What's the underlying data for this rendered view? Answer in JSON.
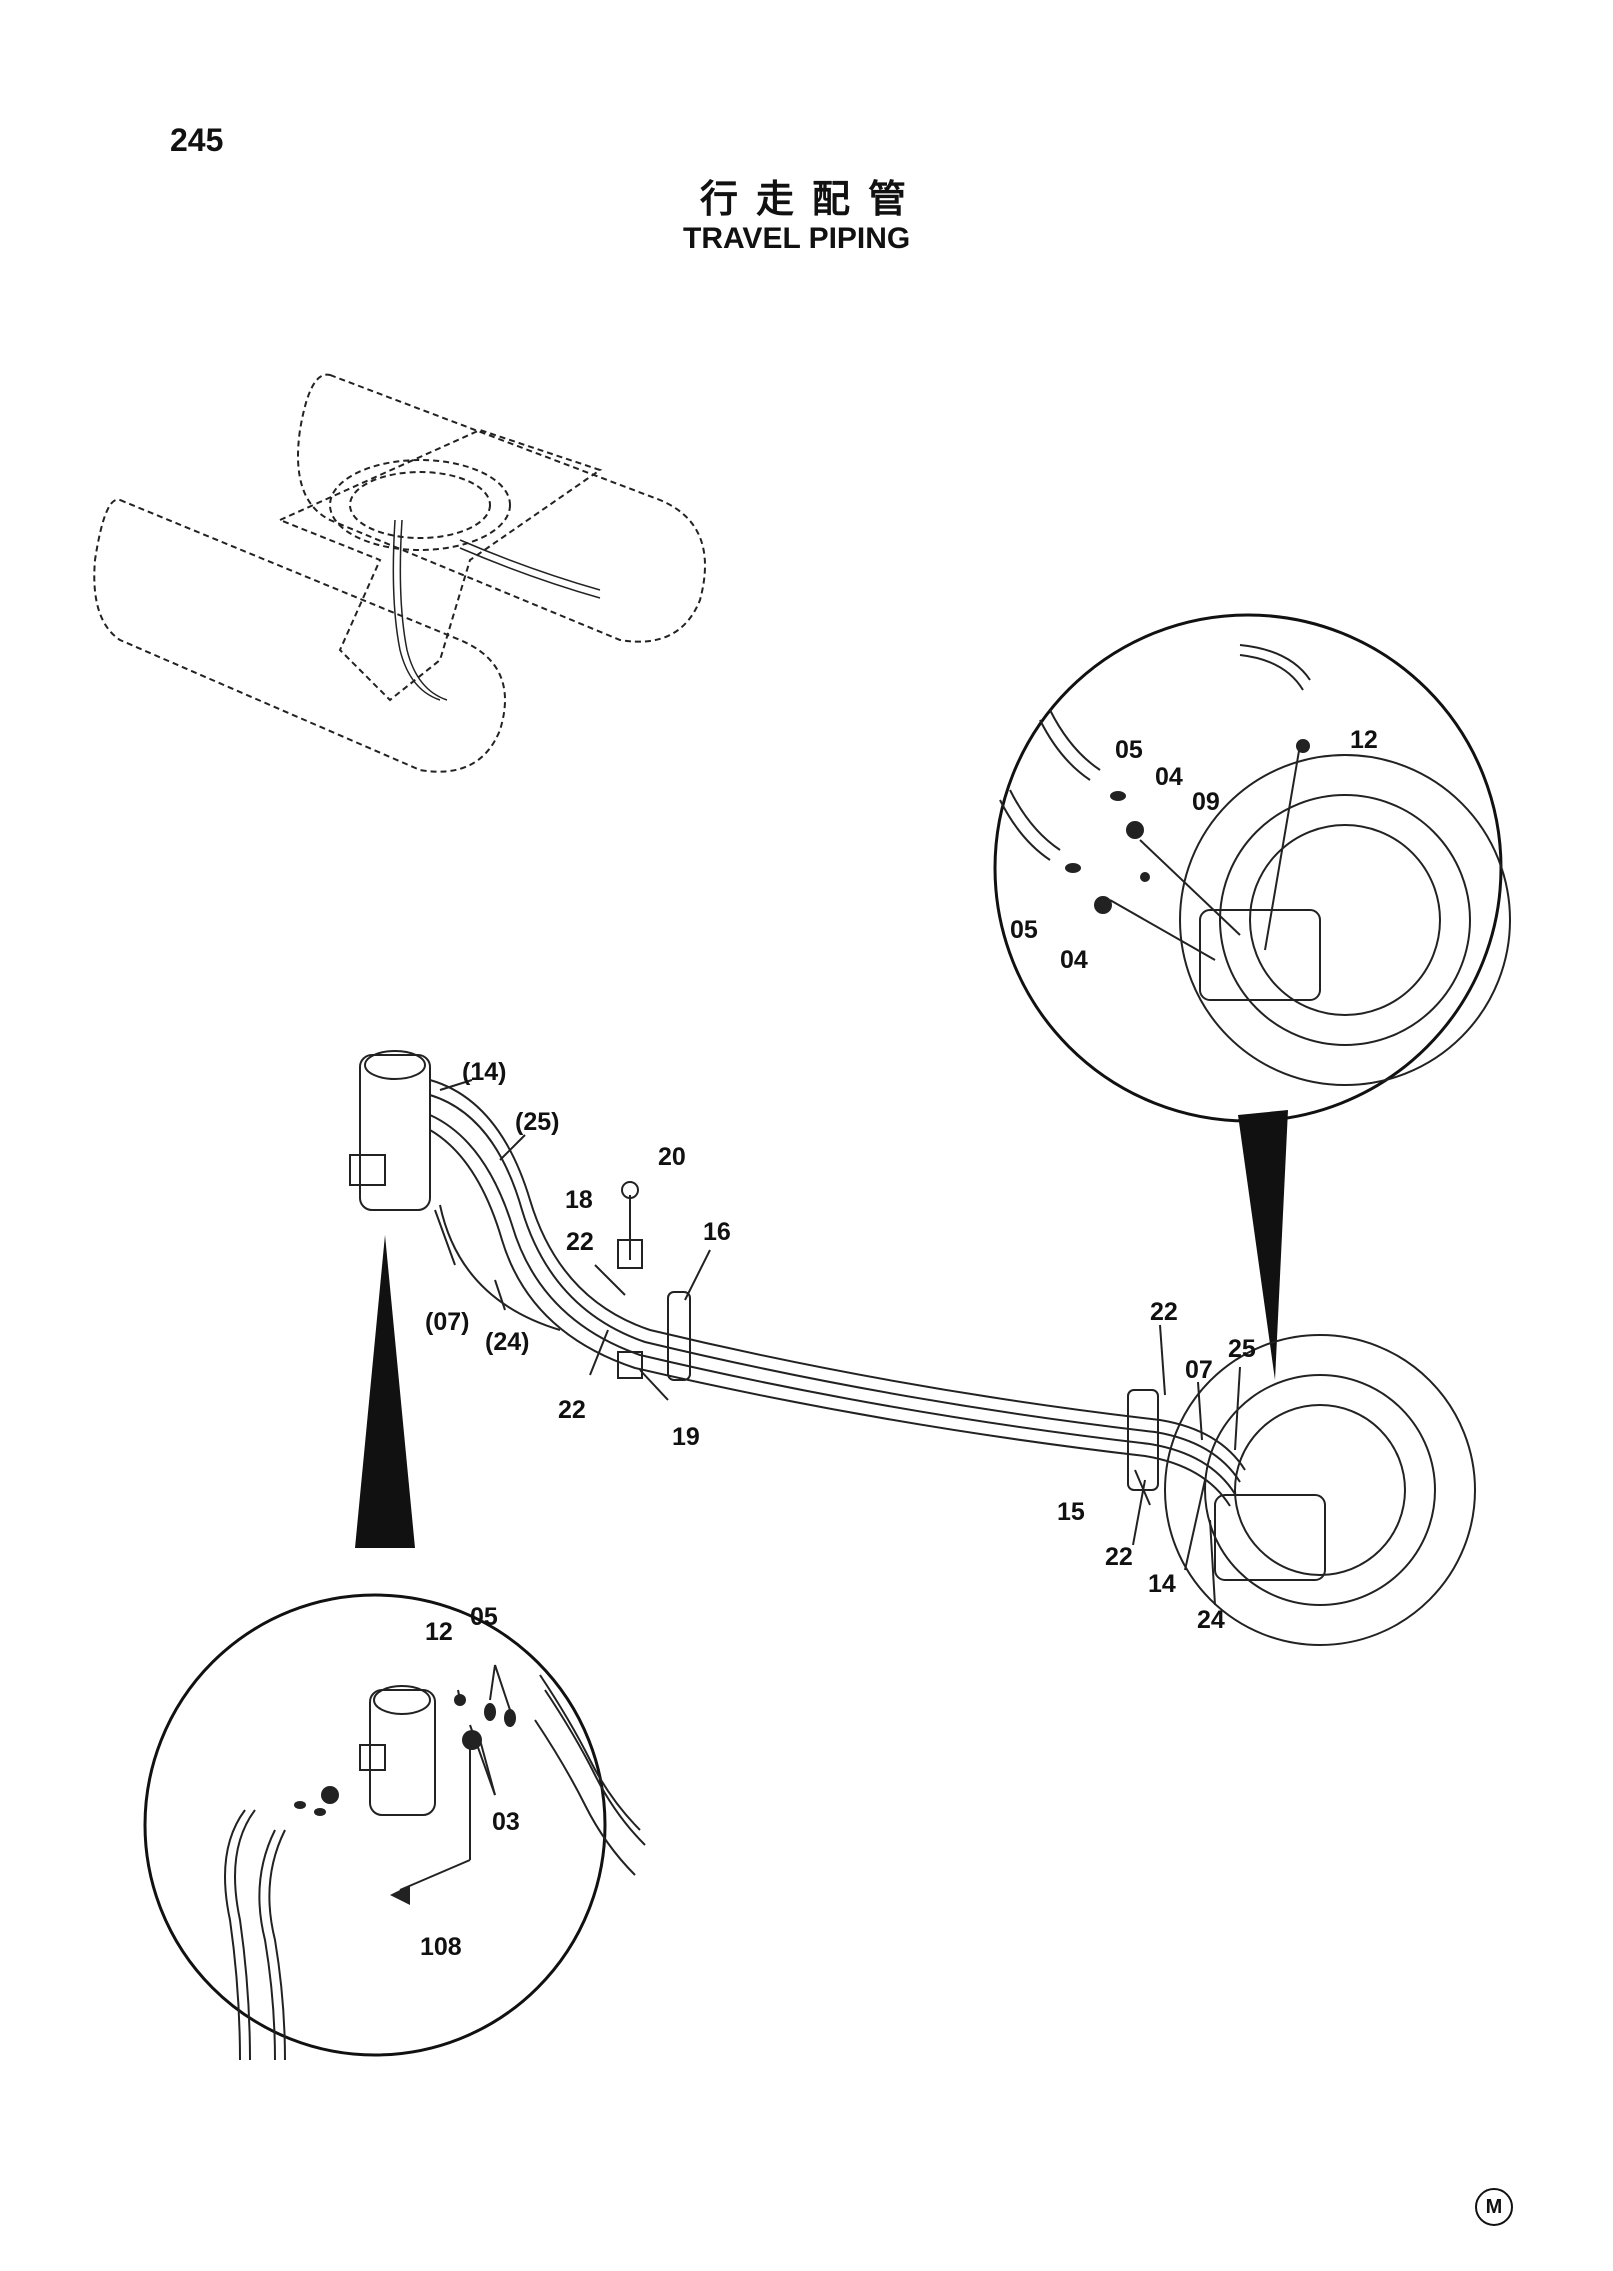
{
  "page": {
    "number": "245",
    "title_jp": "行走配管",
    "title_en": "TRAVEL PIPING",
    "corner_mark": "M"
  },
  "callouts": {
    "c14p": "(14)",
    "c25p": "(25)",
    "c07p": "(07)",
    "c24p": "(24)",
    "c20": "20",
    "c18": "18",
    "c22a": "22",
    "c16": "16",
    "c22b": "22",
    "c19": "19",
    "c22c": "22",
    "c07": "07",
    "c25": "25",
    "c15": "15",
    "c22d": "22",
    "c14": "14",
    "c24": "24",
    "tr_12": "12",
    "tr_05a": "05",
    "tr_04a": "04",
    "tr_09": "09",
    "tr_05b": "05",
    "tr_04b": "04",
    "bl_12": "12",
    "bl_05": "05",
    "bl_03": "03",
    "bl_108": "108"
  }
}
